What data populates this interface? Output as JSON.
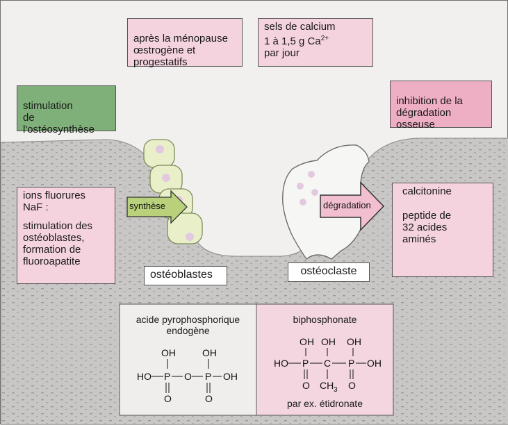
{
  "top_boxes": {
    "menopause": "après la ménopause\nœstrogène et\nprogestatifs",
    "calcium_line1": "sels de calcium",
    "calcium_line2": "1 à 1,5 g Ca",
    "calcium_sup": "2+",
    "calcium_line3": "par jour"
  },
  "side_boxes": {
    "stimulation": "stimulation\nde\nl'ostéosynthèse",
    "inhibition": "inhibition de la\ndégradation\nosseuse"
  },
  "fluoride_box": {
    "heading": "ions fluorures\nNaF :",
    "text": "stimulation des\nostéoblastes,\nformation de\nfluoroapatite"
  },
  "calcitonine_box": {
    "title": "calcitonine",
    "text": "peptide de\n32 acides\naminés"
  },
  "arrows": {
    "synthese": "synthèse",
    "degradation": "dégradation"
  },
  "cell_labels": {
    "osteoblastes": "ostéoblastes",
    "osteoclaste": "ostéoclaste"
  },
  "bottom_panel": {
    "left_title": "acide pyrophosphorique\nendogène",
    "right_title": "biphosphonate",
    "right_caption": "par ex. étidronate"
  },
  "colors": {
    "pink_box": "#f4d3df",
    "green_box": "#7fb079",
    "pink_deep": "#eeaec3",
    "bone_gray": "#c9c8c6"
  }
}
